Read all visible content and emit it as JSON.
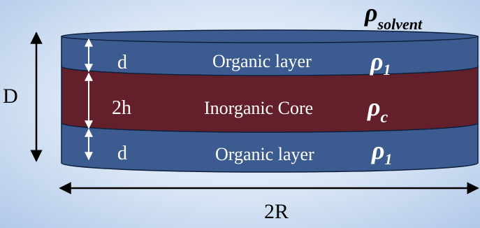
{
  "diagram": {
    "rho_solvent": {
      "symbol": "ρ",
      "subscript": "solvent"
    },
    "top_layer": {
      "thickness_label": "d",
      "name": "Organic layer",
      "rho_symbol": "ρ",
      "rho_subscript": "1"
    },
    "core": {
      "thickness_label": "2h",
      "name": "Inorganic Core",
      "rho_symbol": "ρ",
      "rho_subscript": "c"
    },
    "bottom_layer": {
      "thickness_label": "d",
      "name": "Organic layer",
      "rho_symbol": "ρ",
      "rho_subscript": "1"
    },
    "total_height_label": "D",
    "diameter_label": "2R",
    "colors": {
      "organic_layer": "#3c5c91",
      "core": "#64202a",
      "outline": "#0e1f3d",
      "label_text": "#ffffff",
      "annotation_text": "#000000"
    }
  }
}
